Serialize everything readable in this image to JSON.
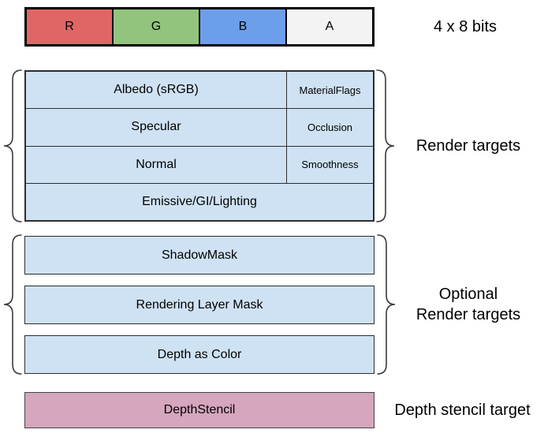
{
  "rgba_bar": {
    "cells": [
      {
        "label": "R",
        "color": "#e06666"
      },
      {
        "label": "G",
        "color": "#93c47d"
      },
      {
        "label": "B",
        "color": "#6d9eeb"
      },
      {
        "label": "A",
        "color": "#f3f3f3"
      }
    ],
    "bits_label": "4 x 8 bits"
  },
  "render_targets": {
    "label": "Render targets",
    "fill": "#cfe2f3",
    "rows": [
      {
        "main": "Albedo (sRGB)",
        "alpha": "MaterialFlags"
      },
      {
        "main": "Specular",
        "alpha": "Occlusion"
      },
      {
        "main": "Normal",
        "alpha": "Smoothness"
      },
      {
        "main": "Emissive/GI/Lighting"
      }
    ]
  },
  "optional_render_targets": {
    "label_line1": "Optional",
    "label_line2": "Render targets",
    "fill": "#cfe2f3",
    "boxes": [
      {
        "label": "ShadowMask"
      },
      {
        "label": "Rendering Layer Mask"
      },
      {
        "label": "Depth as Color"
      }
    ]
  },
  "depth_stencil": {
    "box_label": "DepthStencil",
    "label": "Depth stencil target",
    "fill": "#d5a6bd"
  }
}
